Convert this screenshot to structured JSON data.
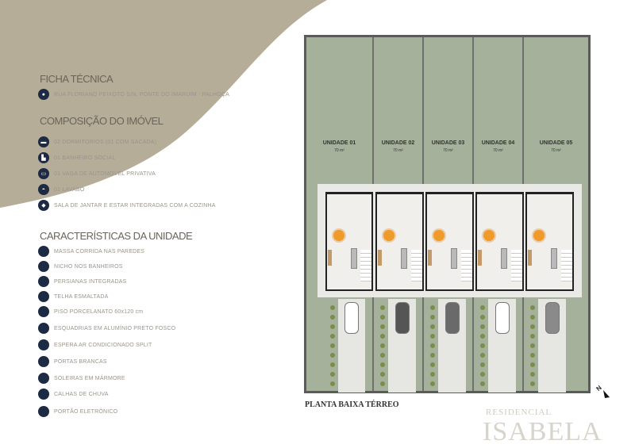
{
  "ficha": {
    "title": "FICHA TÉCNICA",
    "address": "RUA FLORIANO PEIXOTO S/N, PONTE DO IMARUIM - PALHOÇA"
  },
  "composicao": {
    "title": "COMPOSIÇÃO DO IMÓVEL",
    "items": [
      {
        "icon": "bed-icon",
        "label": "02 DORMITÓRIOS (01 COM SACADA)"
      },
      {
        "icon": "toilet-icon",
        "label": "01 BANHEIRO SOCIAL"
      },
      {
        "icon": "car-icon",
        "label": "01 VAGA DE AUTOMÓVEL PRIVATIVA"
      },
      {
        "icon": "sink-icon",
        "label": "01 LAVABO"
      },
      {
        "icon": "kitchen-icon",
        "label": "SALA DE JANTAR E ESTAR INTEGRADAS COM A COZINHA"
      }
    ]
  },
  "caracteristicas": {
    "title": "CARACTERÍSTICAS DA UNIDADE",
    "items": [
      "MASSA CORRIDA NAS PAREDES",
      "NICHO NOS BANHEIROS",
      "PERSIANAS INTEGRADAS",
      "TELHA ESMALTADA",
      "PISO PORCELANATO 60x120 cm",
      "ESQUADRIAS EM ALUMÍNIO PRETO FOSCO",
      "ESPERA AR CONDICIONADO SPLIT",
      "PORTAS BRANCAS",
      "SOLEIRAS EM MÁRMORE",
      "CALHAS DE CHUVA",
      "PORTÃO ELETRÔNICO"
    ]
  },
  "plan": {
    "title": "PLANTA BAIXA TÉRREO",
    "north": "N",
    "units": [
      {
        "label": "UNIDADE 01",
        "area": "70 m²",
        "car": "#ffffff"
      },
      {
        "label": "UNIDADE 02",
        "area": "70 m²",
        "car": "#555555"
      },
      {
        "label": "UNIDADE 03",
        "area": "70 m²",
        "car": "#6a6a6a"
      },
      {
        "label": "UNIDADE 04",
        "area": "70 m²",
        "car": "#ffffff"
      },
      {
        "label": "UNIDADE 05",
        "area": "70 m²",
        "car": "#8a8a8a"
      }
    ]
  },
  "logo": {
    "line1": "RESIDENCIAL",
    "line2": "ISABELA"
  },
  "colors": {
    "tan": "#b6ad98",
    "navy": "#1c2a44",
    "lawn": "#a5b19b"
  }
}
